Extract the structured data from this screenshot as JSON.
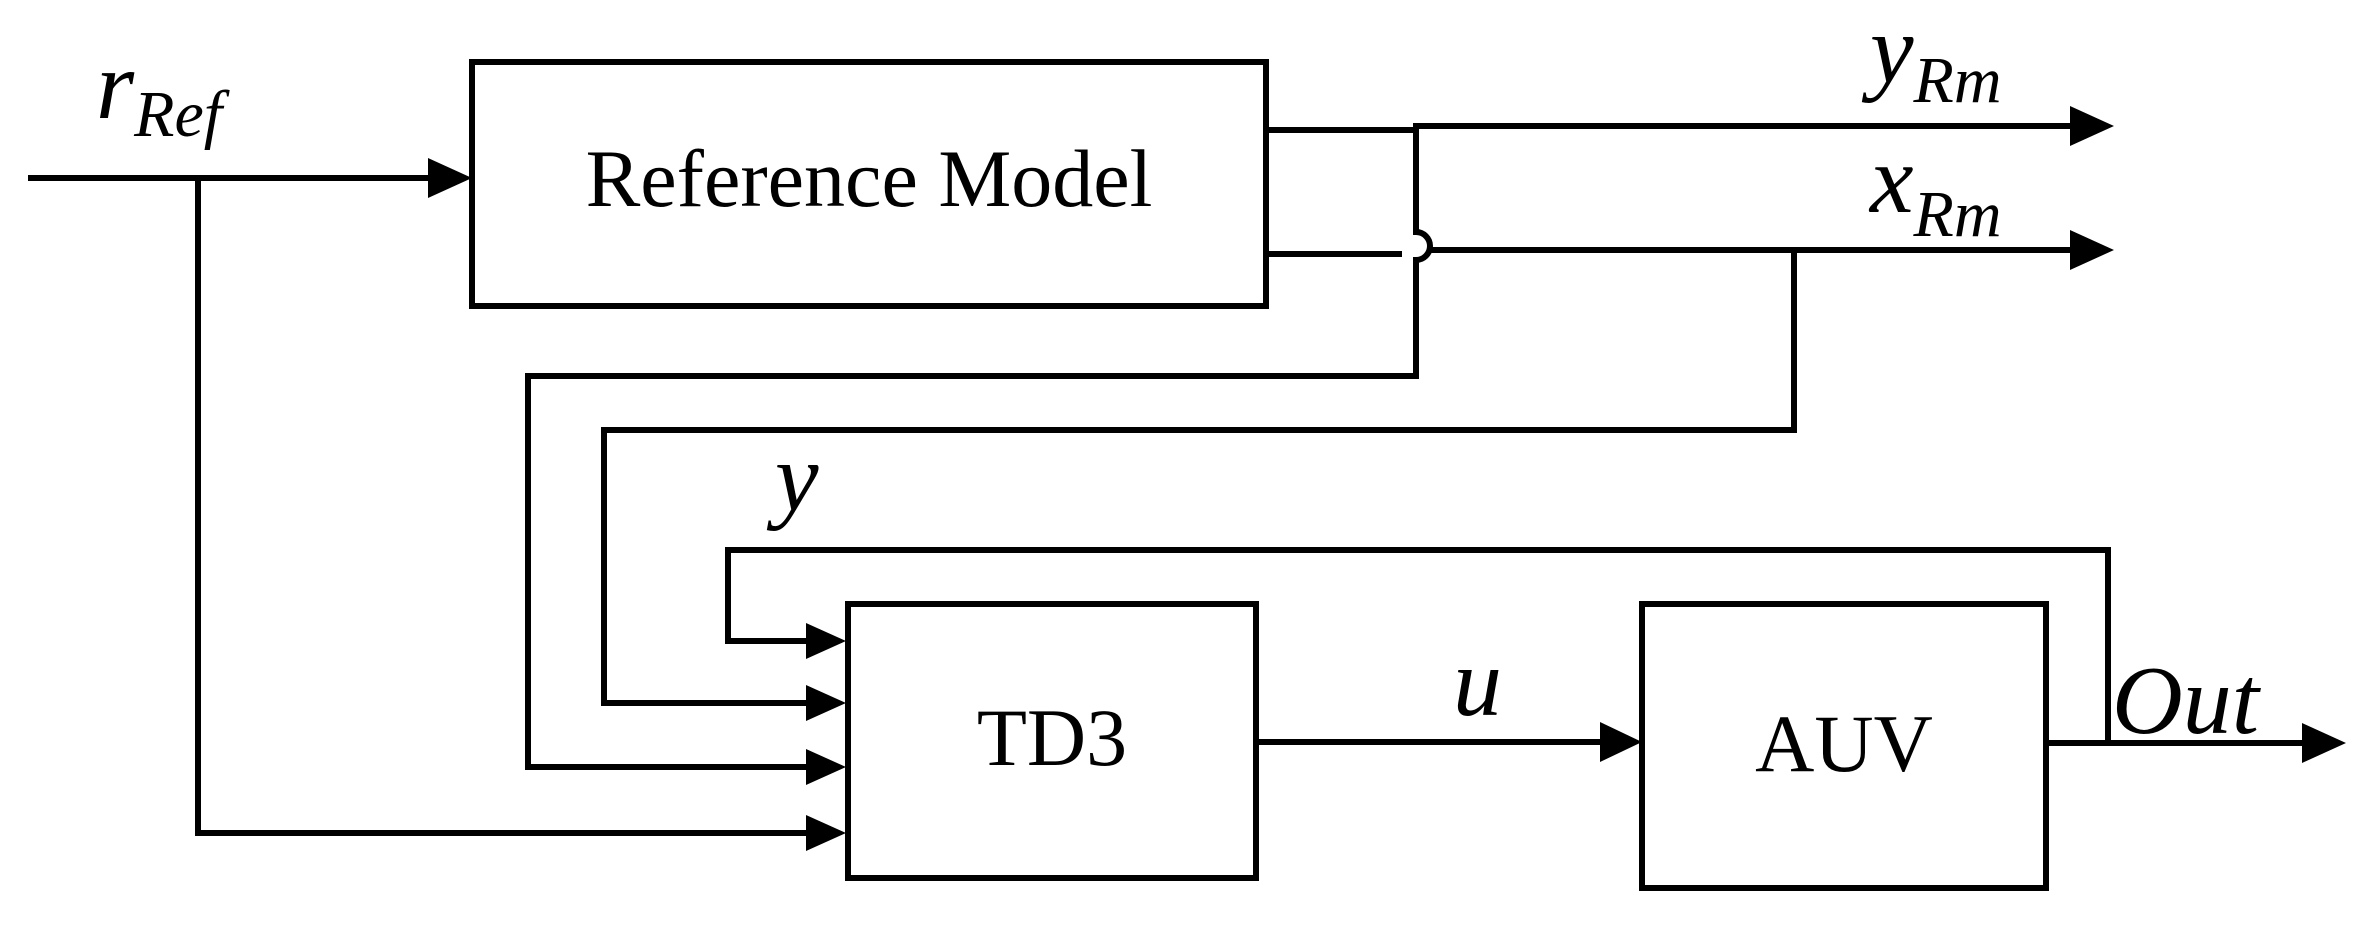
{
  "blocks": {
    "reference_model": "Reference Model",
    "td3": "TD3",
    "auv": "AUV"
  },
  "signals": {
    "r_ref": {
      "main": "r",
      "sub": "Ref"
    },
    "y_rm": {
      "main": "y",
      "sub": "Rm"
    },
    "x_rm": {
      "main": "x",
      "sub": "Rm"
    },
    "y": "y",
    "u": "u",
    "out": "Out"
  },
  "colors": {
    "stroke": "#000000",
    "background": "#ffffff"
  }
}
